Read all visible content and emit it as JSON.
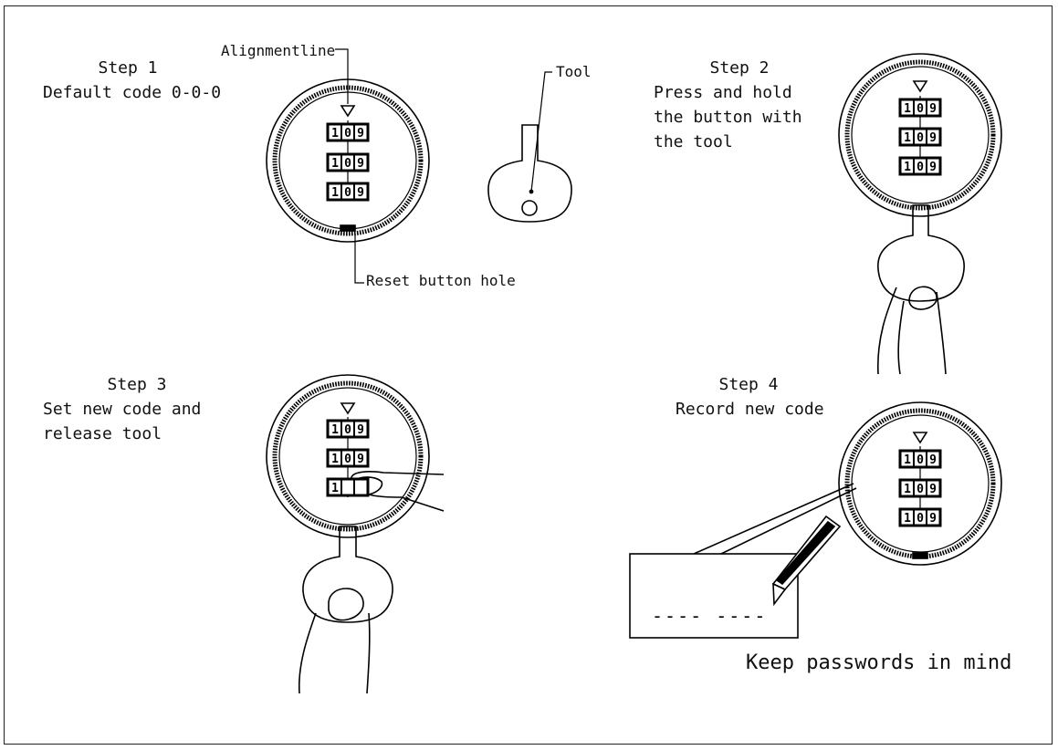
{
  "step1": {
    "title": "Step 1",
    "desc": "Default code 0-0-0",
    "callouts": {
      "alignment": "Alignmentline",
      "tool": "Tool",
      "reset": "Reset button hole"
    }
  },
  "step2": {
    "title": "Step 2",
    "desc_lines": [
      "Press and hold",
      "the button with",
      "the tool"
    ]
  },
  "step3": {
    "title": "Step 3",
    "desc_lines": [
      "Set new code and",
      "release tool"
    ]
  },
  "step4": {
    "title": "Step 4",
    "desc": "Record new code",
    "note_placeholder": "---- ----"
  },
  "footer": {
    "text": "Keep passwords in mind"
  },
  "dial_digits": [
    "1",
    "0",
    "9"
  ],
  "icons": [
    "alignment-triangle-icon",
    "tool-icon",
    "hand-icon",
    "pencil-icon",
    "note-card-icon"
  ]
}
